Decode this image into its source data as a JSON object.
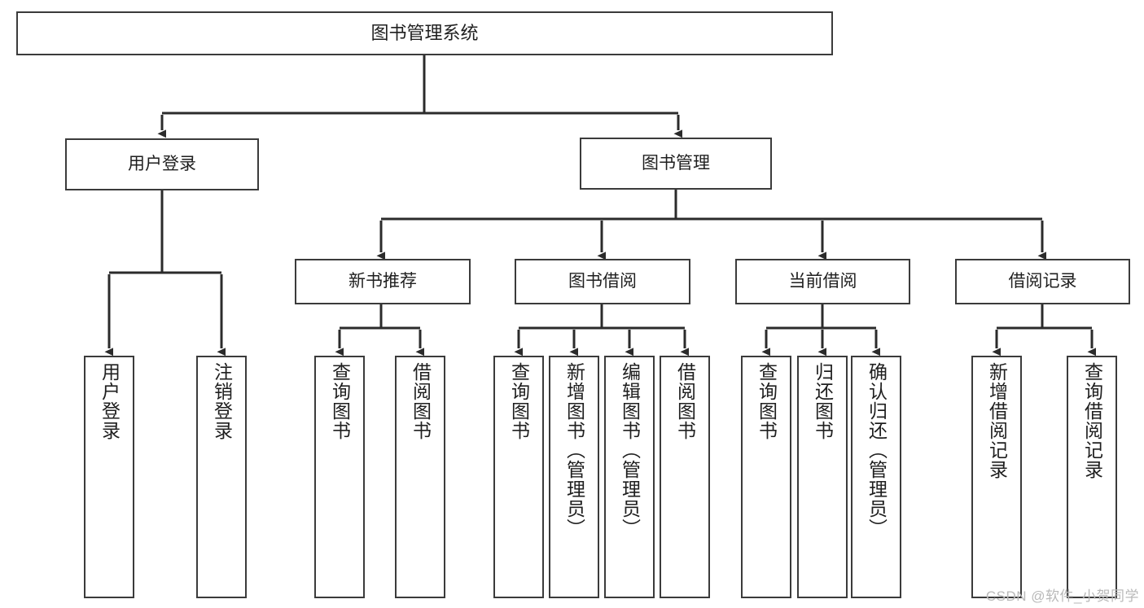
{
  "diagram": {
    "type": "tree",
    "title": "图书管理系统",
    "watermark": "CSDN @软件_小贺同学",
    "colors": {
      "box_border": "#3b3b3b",
      "box_fill": "#ffffff",
      "connector": "#2b2b2b",
      "text": "#1f1f1f",
      "watermark": "#b9b9b9",
      "background": "#ffffff"
    },
    "root": {
      "label": "图书管理系统"
    },
    "level1": [
      {
        "label": "用户登录"
      },
      {
        "label": "图书管理"
      }
    ],
    "level2": [
      {
        "label": "新书推荐"
      },
      {
        "label": "图书借阅"
      },
      {
        "label": "当前借阅"
      },
      {
        "label": "借阅记录"
      }
    ],
    "leaves": {
      "user_login": [
        {
          "label": "用户登录"
        },
        {
          "label": "注销登录"
        }
      ],
      "new_book_recommend": [
        {
          "label": "查询图书"
        },
        {
          "label": "借阅图书"
        }
      ],
      "book_borrow": [
        {
          "label": "查询图书"
        },
        {
          "label": "新增图书（管理员）"
        },
        {
          "label": "编辑图书（管理员）"
        },
        {
          "label": "借阅图书"
        }
      ],
      "current_borrow": [
        {
          "label": "查询图书"
        },
        {
          "label": "归还图书"
        },
        {
          "label": "确认归还（管理员）"
        }
      ],
      "borrow_record": [
        {
          "label": "新增借阅记录"
        },
        {
          "label": "查询借阅记录"
        }
      ]
    }
  }
}
